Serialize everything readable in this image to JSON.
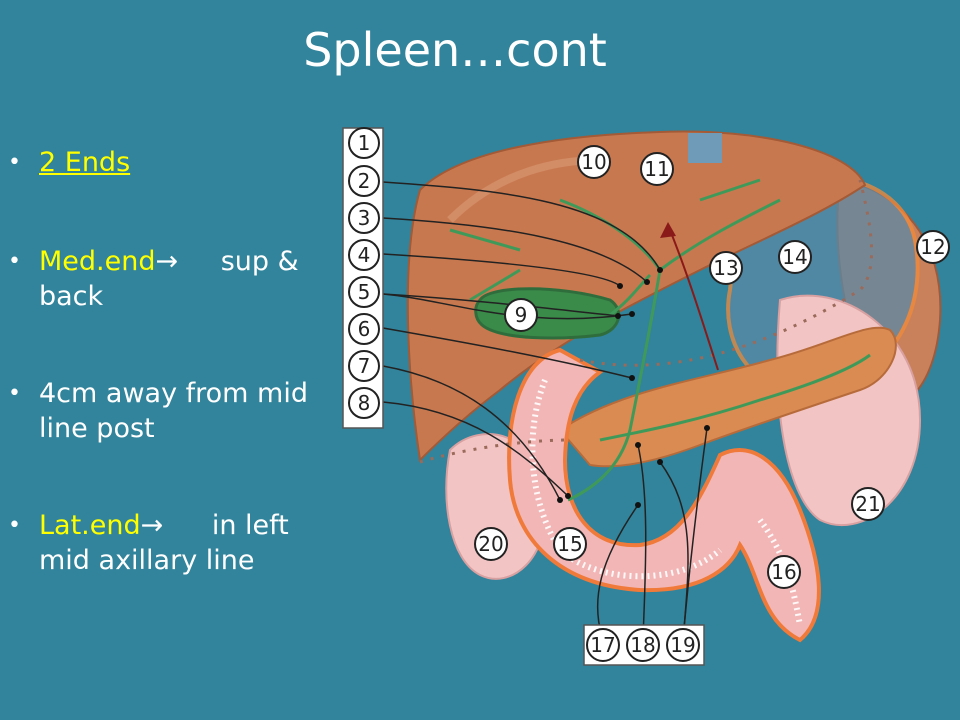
{
  "slide": {
    "title": "Spleen…cont",
    "bullets": {
      "b1": "2 Ends",
      "b2_lead": "Med.end",
      "b2_rest": "sup & back",
      "b3": "4cm away from mid line post",
      "b4_lead": "Lat.end",
      "b4_rest": "in left mid axillary line"
    },
    "arrow_glyph": "→",
    "bullet_glyph": "•"
  },
  "diagram": {
    "labels": [
      "1",
      "2",
      "3",
      "4",
      "5",
      "6",
      "7",
      "8",
      "9",
      "10",
      "11",
      "12",
      "13",
      "14",
      "15",
      "16",
      "17",
      "18",
      "19",
      "20",
      "21"
    ]
  }
}
